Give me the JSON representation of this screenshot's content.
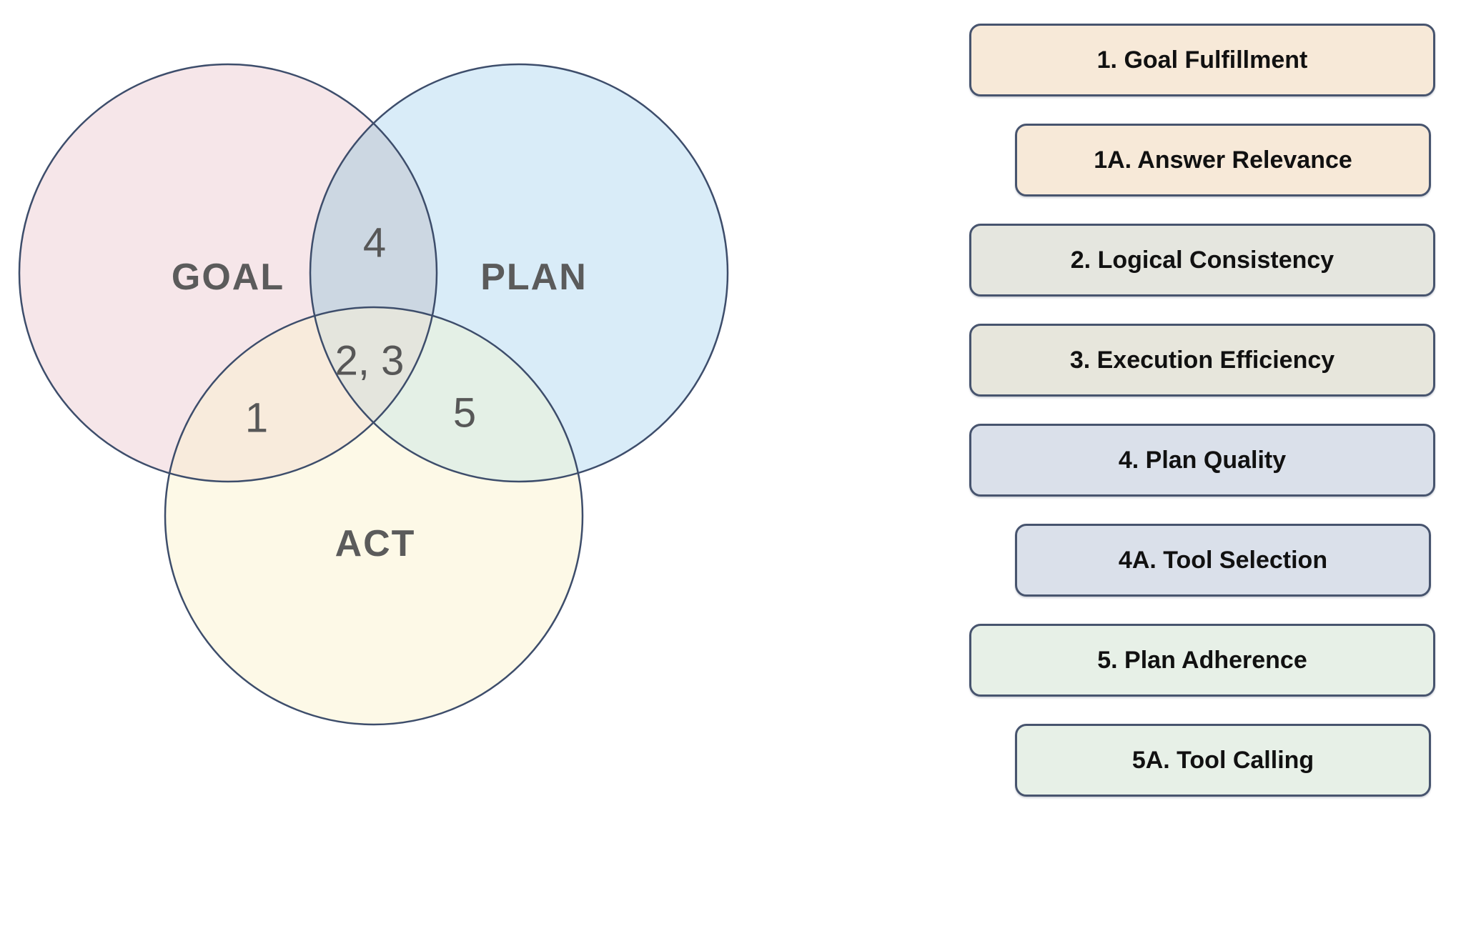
{
  "venn": {
    "stroke_color": "#3d4d6b",
    "circles": [
      {
        "id": "goal",
        "label": "GOAL",
        "fill": "#f6e6e9"
      },
      {
        "id": "plan",
        "label": "PLAN",
        "fill": "#d9ecf8"
      },
      {
        "id": "act",
        "label": "ACT",
        "fill": "#fdf9e7"
      }
    ],
    "overlap_fills": {
      "goal_plan": "#ccd7e2",
      "goal_act": "#f8ebdc",
      "plan_act": "#e4f0e6",
      "center": "#e4e5dd"
    },
    "region_numbers": [
      {
        "label": "4",
        "region": "goal-plan"
      },
      {
        "label": "2, 3",
        "region": "goal-plan-act-center"
      },
      {
        "label": "1",
        "region": "goal-act"
      },
      {
        "label": "5",
        "region": "plan-act"
      }
    ]
  },
  "legend": {
    "border_color": "#47546e",
    "text_color": "#111111",
    "items": [
      {
        "label": "1. Goal Fulfillment",
        "fill": "#f7e9d8",
        "indent": false
      },
      {
        "label": "1A. Answer Relevance",
        "fill": "#f7e9d8",
        "indent": true
      },
      {
        "label": "2. Logical Consistency",
        "fill": "#e5e6df",
        "indent": false
      },
      {
        "label": "3. Execution Efficiency",
        "fill": "#e7e6dc",
        "indent": false
      },
      {
        "label": "4. Plan Quality",
        "fill": "#dae0ea",
        "indent": false
      },
      {
        "label": "4A. Tool Selection",
        "fill": "#dae0ea",
        "indent": true
      },
      {
        "label": "5. Plan Adherence",
        "fill": "#e7f0e7",
        "indent": false
      },
      {
        "label": "5A. Tool Calling",
        "fill": "#e7f0e7",
        "indent": true
      }
    ]
  }
}
